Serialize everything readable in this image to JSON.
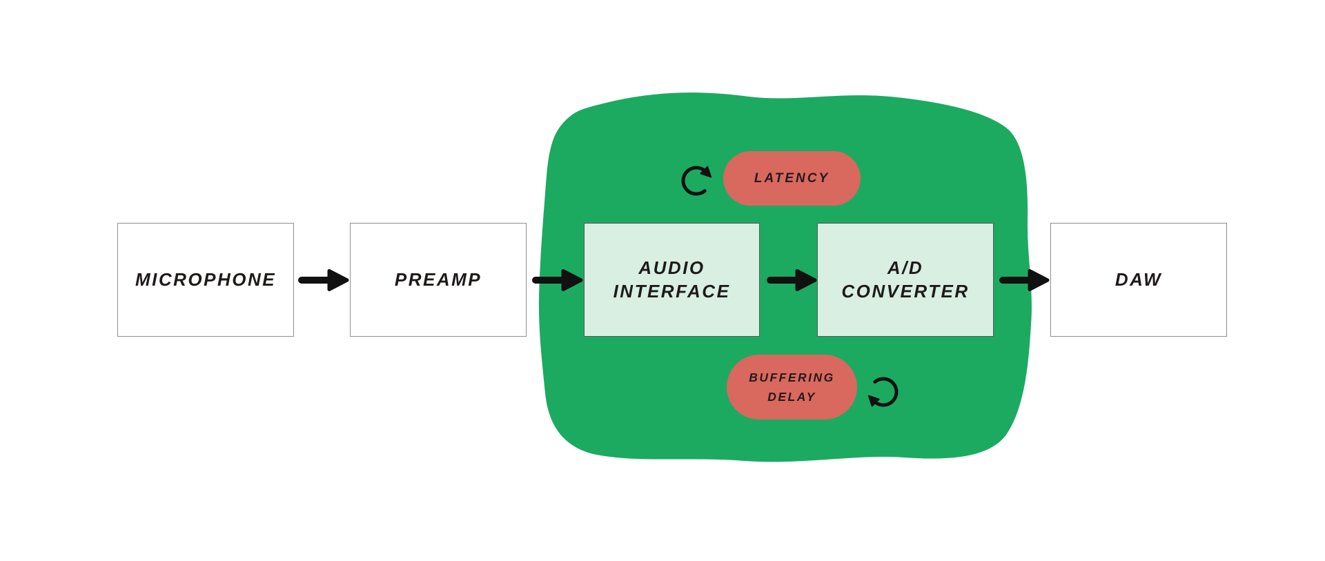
{
  "diagram": {
    "type": "flow",
    "nodes": [
      {
        "id": "microphone",
        "label": "MICROPHONE"
      },
      {
        "id": "preamp",
        "label": "PREAMP"
      },
      {
        "id": "audio-interface",
        "label": "AUDIO INTERFACE",
        "highlighted": true
      },
      {
        "id": "ad-converter",
        "label": "A/D CONVERTER",
        "highlighted": true
      },
      {
        "id": "daw",
        "label": "DAW"
      }
    ],
    "edges": [
      {
        "from": "microphone",
        "to": "preamp"
      },
      {
        "from": "preamp",
        "to": "audio-interface"
      },
      {
        "from": "audio-interface",
        "to": "ad-converter"
      },
      {
        "from": "ad-converter",
        "to": "daw"
      }
    ],
    "highlight_region": {
      "shape": "organic-blob",
      "contains": [
        "audio-interface",
        "ad-converter"
      ],
      "annotations": [
        {
          "id": "latency",
          "label": "LATENCY",
          "icon": "clockwise-rotation-arrow-icon"
        },
        {
          "id": "buffering-delay",
          "label": "BUFFERING DELAY",
          "icon": "counterclockwise-rotation-arrow-icon"
        }
      ]
    }
  },
  "colors": {
    "background": "#ffffff",
    "region_green": "#1caa61",
    "node_mint": "#d8efe2",
    "pill_red": "#d9685f",
    "text_dark": "#1e1a1a",
    "arrow_black": "#111111",
    "box_border_gray": "#8f8f8f",
    "mint_border": "#515a55"
  }
}
